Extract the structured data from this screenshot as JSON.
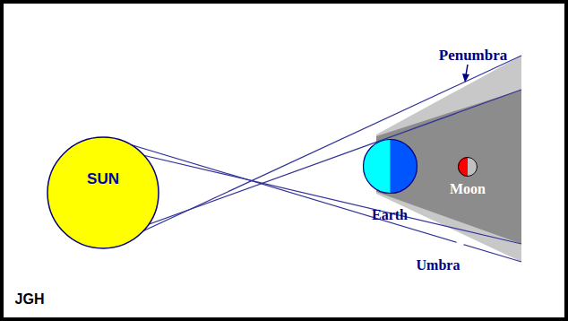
{
  "diagram": {
    "nodes": [
      {
        "text": [
          "SUN"
        ]
      },
      {
        "text": [
          "Earth"
        ]
      },
      {
        "text": [
          "Moon"
        ]
      }
    ],
    "labels": [
      "Penumbra",
      "Umbra",
      "JGH"
    ]
  }
}
